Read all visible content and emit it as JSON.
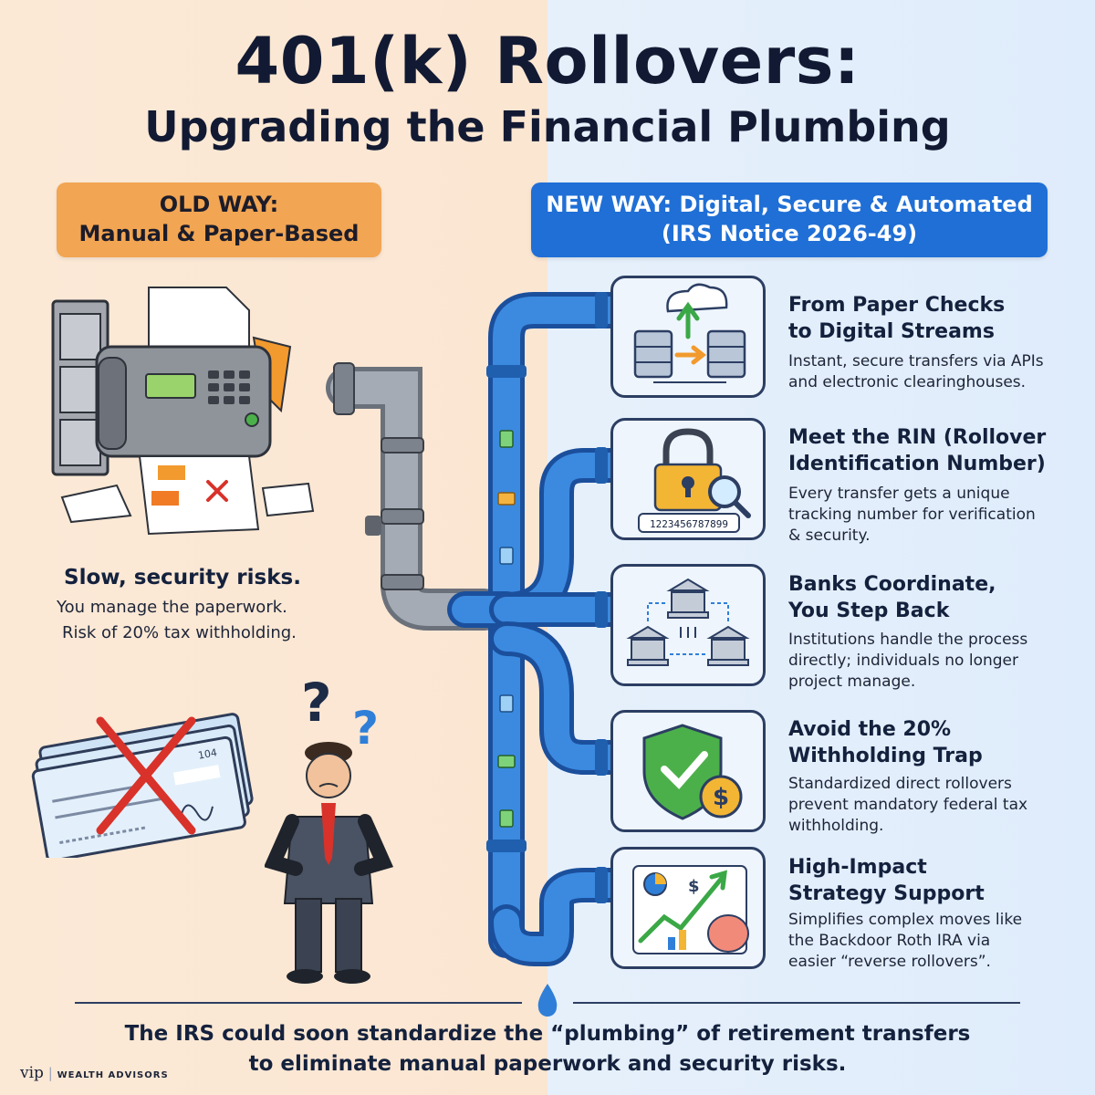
{
  "title": {
    "line1": "401(k) Rollovers:",
    "line2": "Upgrading the Financial Plumbing"
  },
  "old_way": {
    "header_line1": "OLD WAY:",
    "header_line2": "Manual & Paper-Based",
    "heading": "Slow, security risks.",
    "line1": "You manage the paperwork.",
    "line2": "Risk of 20% tax withholding.",
    "check_number": "104"
  },
  "new_way": {
    "header_line1": "NEW WAY: Digital, Secure & Automated",
    "header_line2": "(IRS Notice 2026-49)"
  },
  "features": [
    {
      "title1": "From Paper Checks",
      "title2": "to Digital Streams",
      "desc1": "Instant, secure transfers via APIs",
      "desc2": "and electronic clearinghouses.",
      "desc3": "",
      "icon": "cloud-servers-icon"
    },
    {
      "title1": "Meet the RIN (Rollover",
      "title2": "Identification Number)",
      "desc1": "Every transfer gets a unique",
      "desc2": "tracking number for verification",
      "desc3": "& security.",
      "icon": "padlock-magnifier-icon",
      "rin_number": "1223456787899"
    },
    {
      "title1": "Banks Coordinate,",
      "title2": "You Step Back",
      "desc1": "Institutions handle the process",
      "desc2": "directly; individuals no longer",
      "desc3": "project manage.",
      "icon": "banks-network-icon"
    },
    {
      "title1": "Avoid the 20%",
      "title2": "Withholding Trap",
      "desc1": "Standardized direct rollovers",
      "desc2": "prevent mandatory federal tax",
      "desc3": "withholding.",
      "icon": "shield-dollar-icon"
    },
    {
      "title1": "High-Impact",
      "title2": "Strategy Support",
      "desc1": "Simplifies complex moves like",
      "desc2": "the Backdoor Roth IRA via",
      "desc3": "easier “reverse rollovers”.",
      "icon": "growth-chart-brain-icon"
    }
  ],
  "footer": {
    "line1": "The IRS could soon standardize the “plumbing” of retirement transfers",
    "line2": "to eliminate manual paperwork and security risks."
  },
  "logo": {
    "mark": "vip",
    "name": "WEALTH ADVISORS"
  },
  "colors": {
    "old_accent": "#f2a552",
    "new_accent": "#1f6fd6",
    "pipe_blue": "#2f7fd8",
    "pipe_grey": "#8a8f98",
    "dark_text": "#14213d"
  }
}
